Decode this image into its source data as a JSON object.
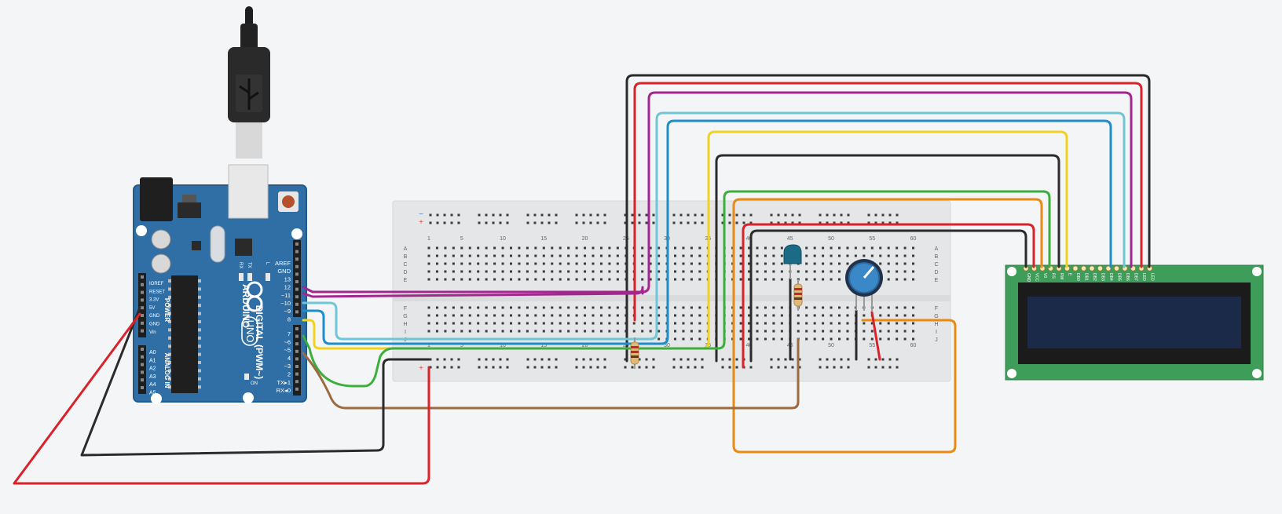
{
  "arduino": {
    "brand": "ARDUINO",
    "model": "UNO",
    "digital_label": "DIGITAL (PWM~)",
    "analog_label": "ANALOG IN",
    "power_label": "POWER",
    "on_label": "ON",
    "header_left_pins": [
      "AREF",
      "GND",
      "13",
      "12",
      "~11",
      "~10",
      "~9",
      "8"
    ],
    "header_right_pins": [
      "7",
      "~6",
      "~5",
      "4",
      "~3",
      "2",
      "TX▸1",
      "RX◂0"
    ],
    "power_pins": [
      "IOREF",
      "RESET",
      "3.3V",
      "5V",
      "GND",
      "GND",
      "Vin"
    ],
    "analog_pins": [
      "A0",
      "A1",
      "A2",
      "A3",
      "A4",
      "A5"
    ],
    "led_labels": [
      "L",
      "TX",
      "RX"
    ]
  },
  "breadboard": {
    "column_numbers": [
      "1",
      "5",
      "10",
      "15",
      "20",
      "25",
      "30",
      "35",
      "40",
      "45",
      "50",
      "55",
      "60"
    ],
    "row_letters_top": [
      "A",
      "B",
      "C",
      "D",
      "E"
    ],
    "row_letters_bottom": [
      "F",
      "G",
      "H",
      "I",
      "J"
    ],
    "rail_plus": "+",
    "rail_minus": "−"
  },
  "lcd": {
    "pin_labels": [
      "GND",
      "VCC",
      "V0",
      "RS",
      "RW",
      "E",
      "DB0",
      "DB1",
      "DB2",
      "DB3",
      "DB4",
      "DB5",
      "DB6",
      "DB7",
      "LED",
      "LED"
    ]
  },
  "wire_colors": {
    "black": "#2b2b2b",
    "red": "#d9222a",
    "magenta": "#a3268f",
    "cyan": "#6fc6d6",
    "blue": "#1c8fc9",
    "yellow": "#f1d31f",
    "green": "#3cae3c",
    "orange": "#ea8a13",
    "brown": "#9c6b3f"
  },
  "component_colors": {
    "arduino_board": "#2f6fa6",
    "lcd_board": "#3f9d5a",
    "lcd_screen": "#1c2a4a",
    "led": "#1b6b86",
    "potentiometer": "#3a88c8"
  }
}
